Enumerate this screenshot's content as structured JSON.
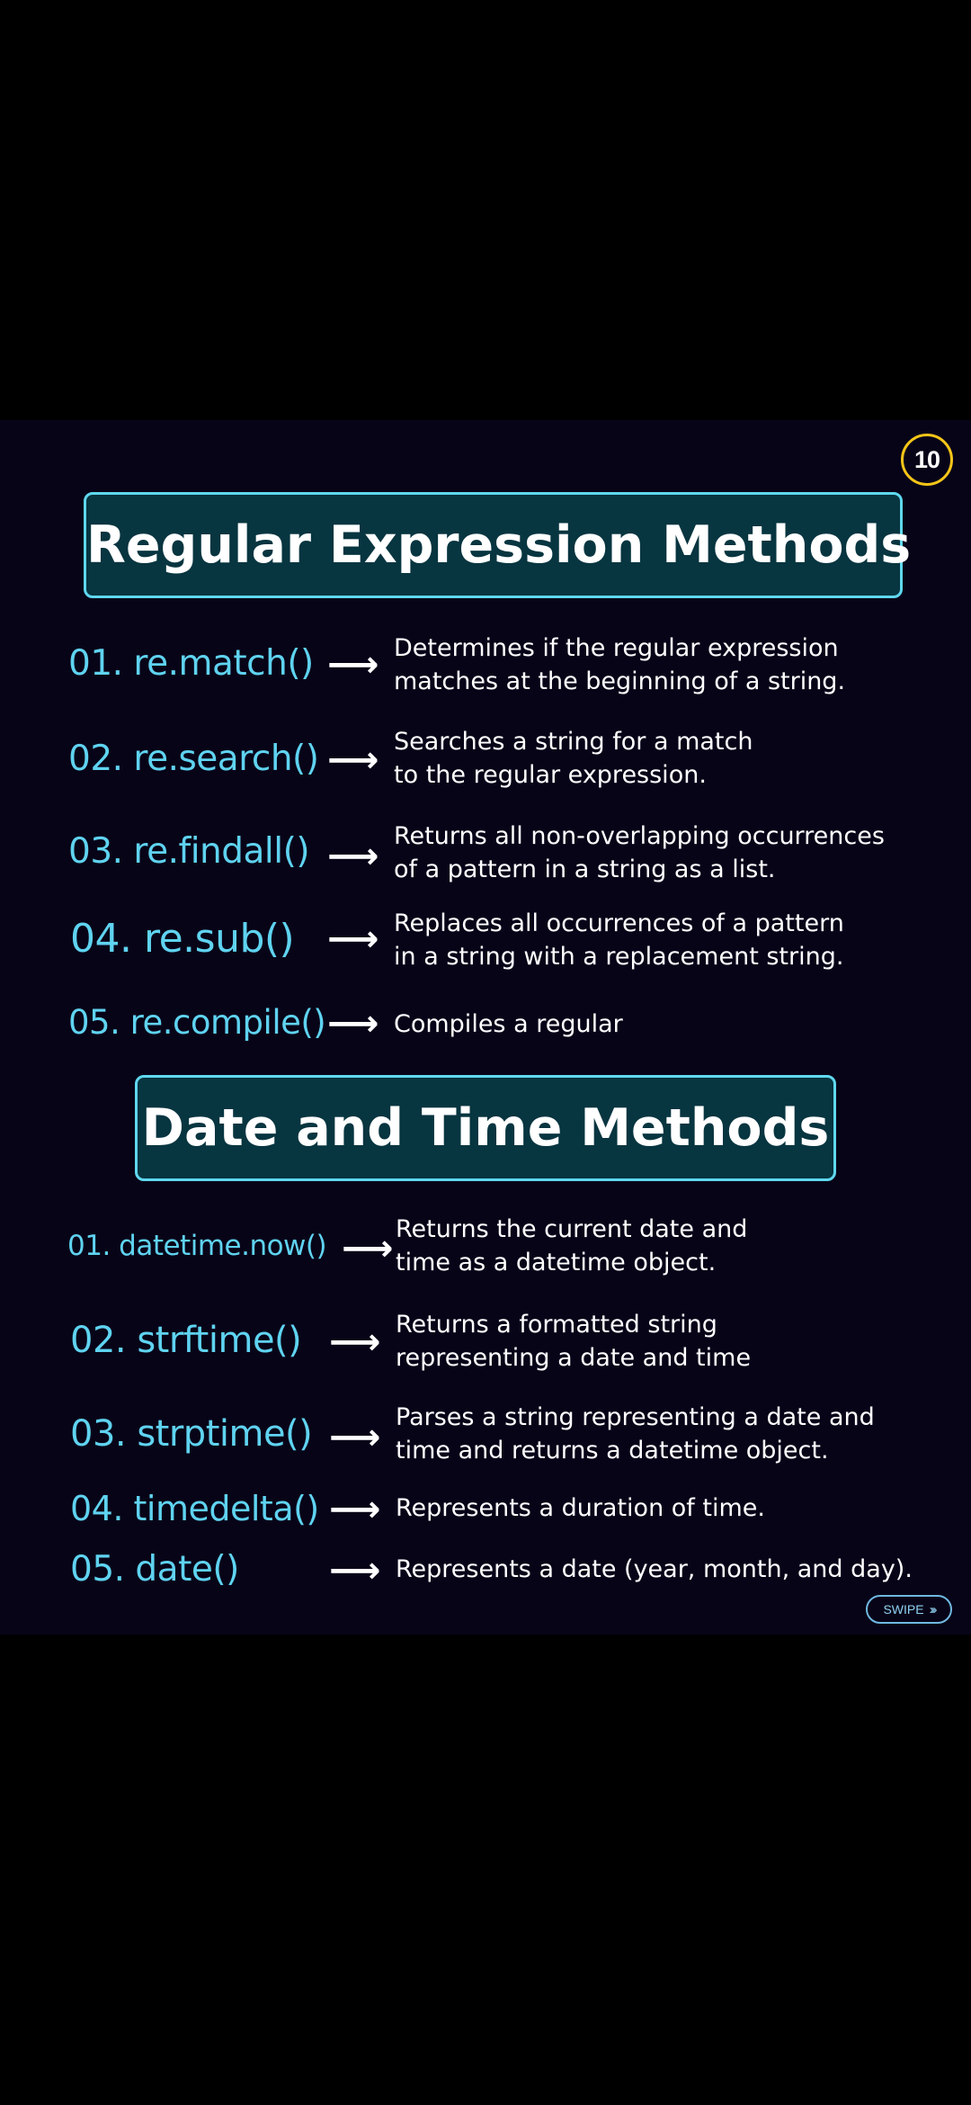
{
  "page_number": "10",
  "colors": {
    "background": "#080418",
    "accent": "#5fd3f0",
    "title_fill": "#073540",
    "badge_ring": "#f5c518"
  },
  "sections": [
    {
      "title": "Regular Expression Methods",
      "items": [
        {
          "name": "01. re.match()",
          "arrow": "⟶",
          "desc": [
            "Determines if the regular expression",
            "matches at the beginning of a string."
          ]
        },
        {
          "name": "02. re.search()",
          "arrow": "⟶",
          "desc": [
            "Searches a string for a match",
            "to the regular expression."
          ]
        },
        {
          "name": "03. re.findall()",
          "arrow": "⟶",
          "desc": [
            "Returns all non-overlapping occurrences",
            "of a pattern in a string as a list."
          ]
        },
        {
          "name": "04. re.sub()",
          "arrow": "⟶",
          "desc": [
            "Replaces all occurrences of a pattern",
            "in a string with a replacement string."
          ]
        },
        {
          "name": "05. re.compile()",
          "arrow": "⟶",
          "desc": [
            "Compiles a regular"
          ]
        }
      ]
    },
    {
      "title": "Date and Time Methods",
      "items": [
        {
          "name": "01. datetime.now()",
          "arrow": "⟶",
          "desc": [
            "Returns the current date and",
            "time as a datetime object."
          ]
        },
        {
          "name": "02. strftime()",
          "arrow": "⟶",
          "desc": [
            "Returns a formatted string",
            "representing a date and time"
          ]
        },
        {
          "name": "03. strptime()",
          "arrow": "⟶",
          "desc": [
            "Parses a string representing a date and",
            "time and returns a datetime object."
          ]
        },
        {
          "name": "04. timedelta()",
          "arrow": "⟶",
          "desc": [
            "Represents a duration of time."
          ]
        },
        {
          "name": "05. date()",
          "arrow": "⟶",
          "desc": [
            "Represents a date (year, month, and day)."
          ]
        }
      ]
    }
  ],
  "swipe": {
    "label": "SWIPE",
    "icon": "chevrons-right-icon",
    "glyph": "›››"
  }
}
